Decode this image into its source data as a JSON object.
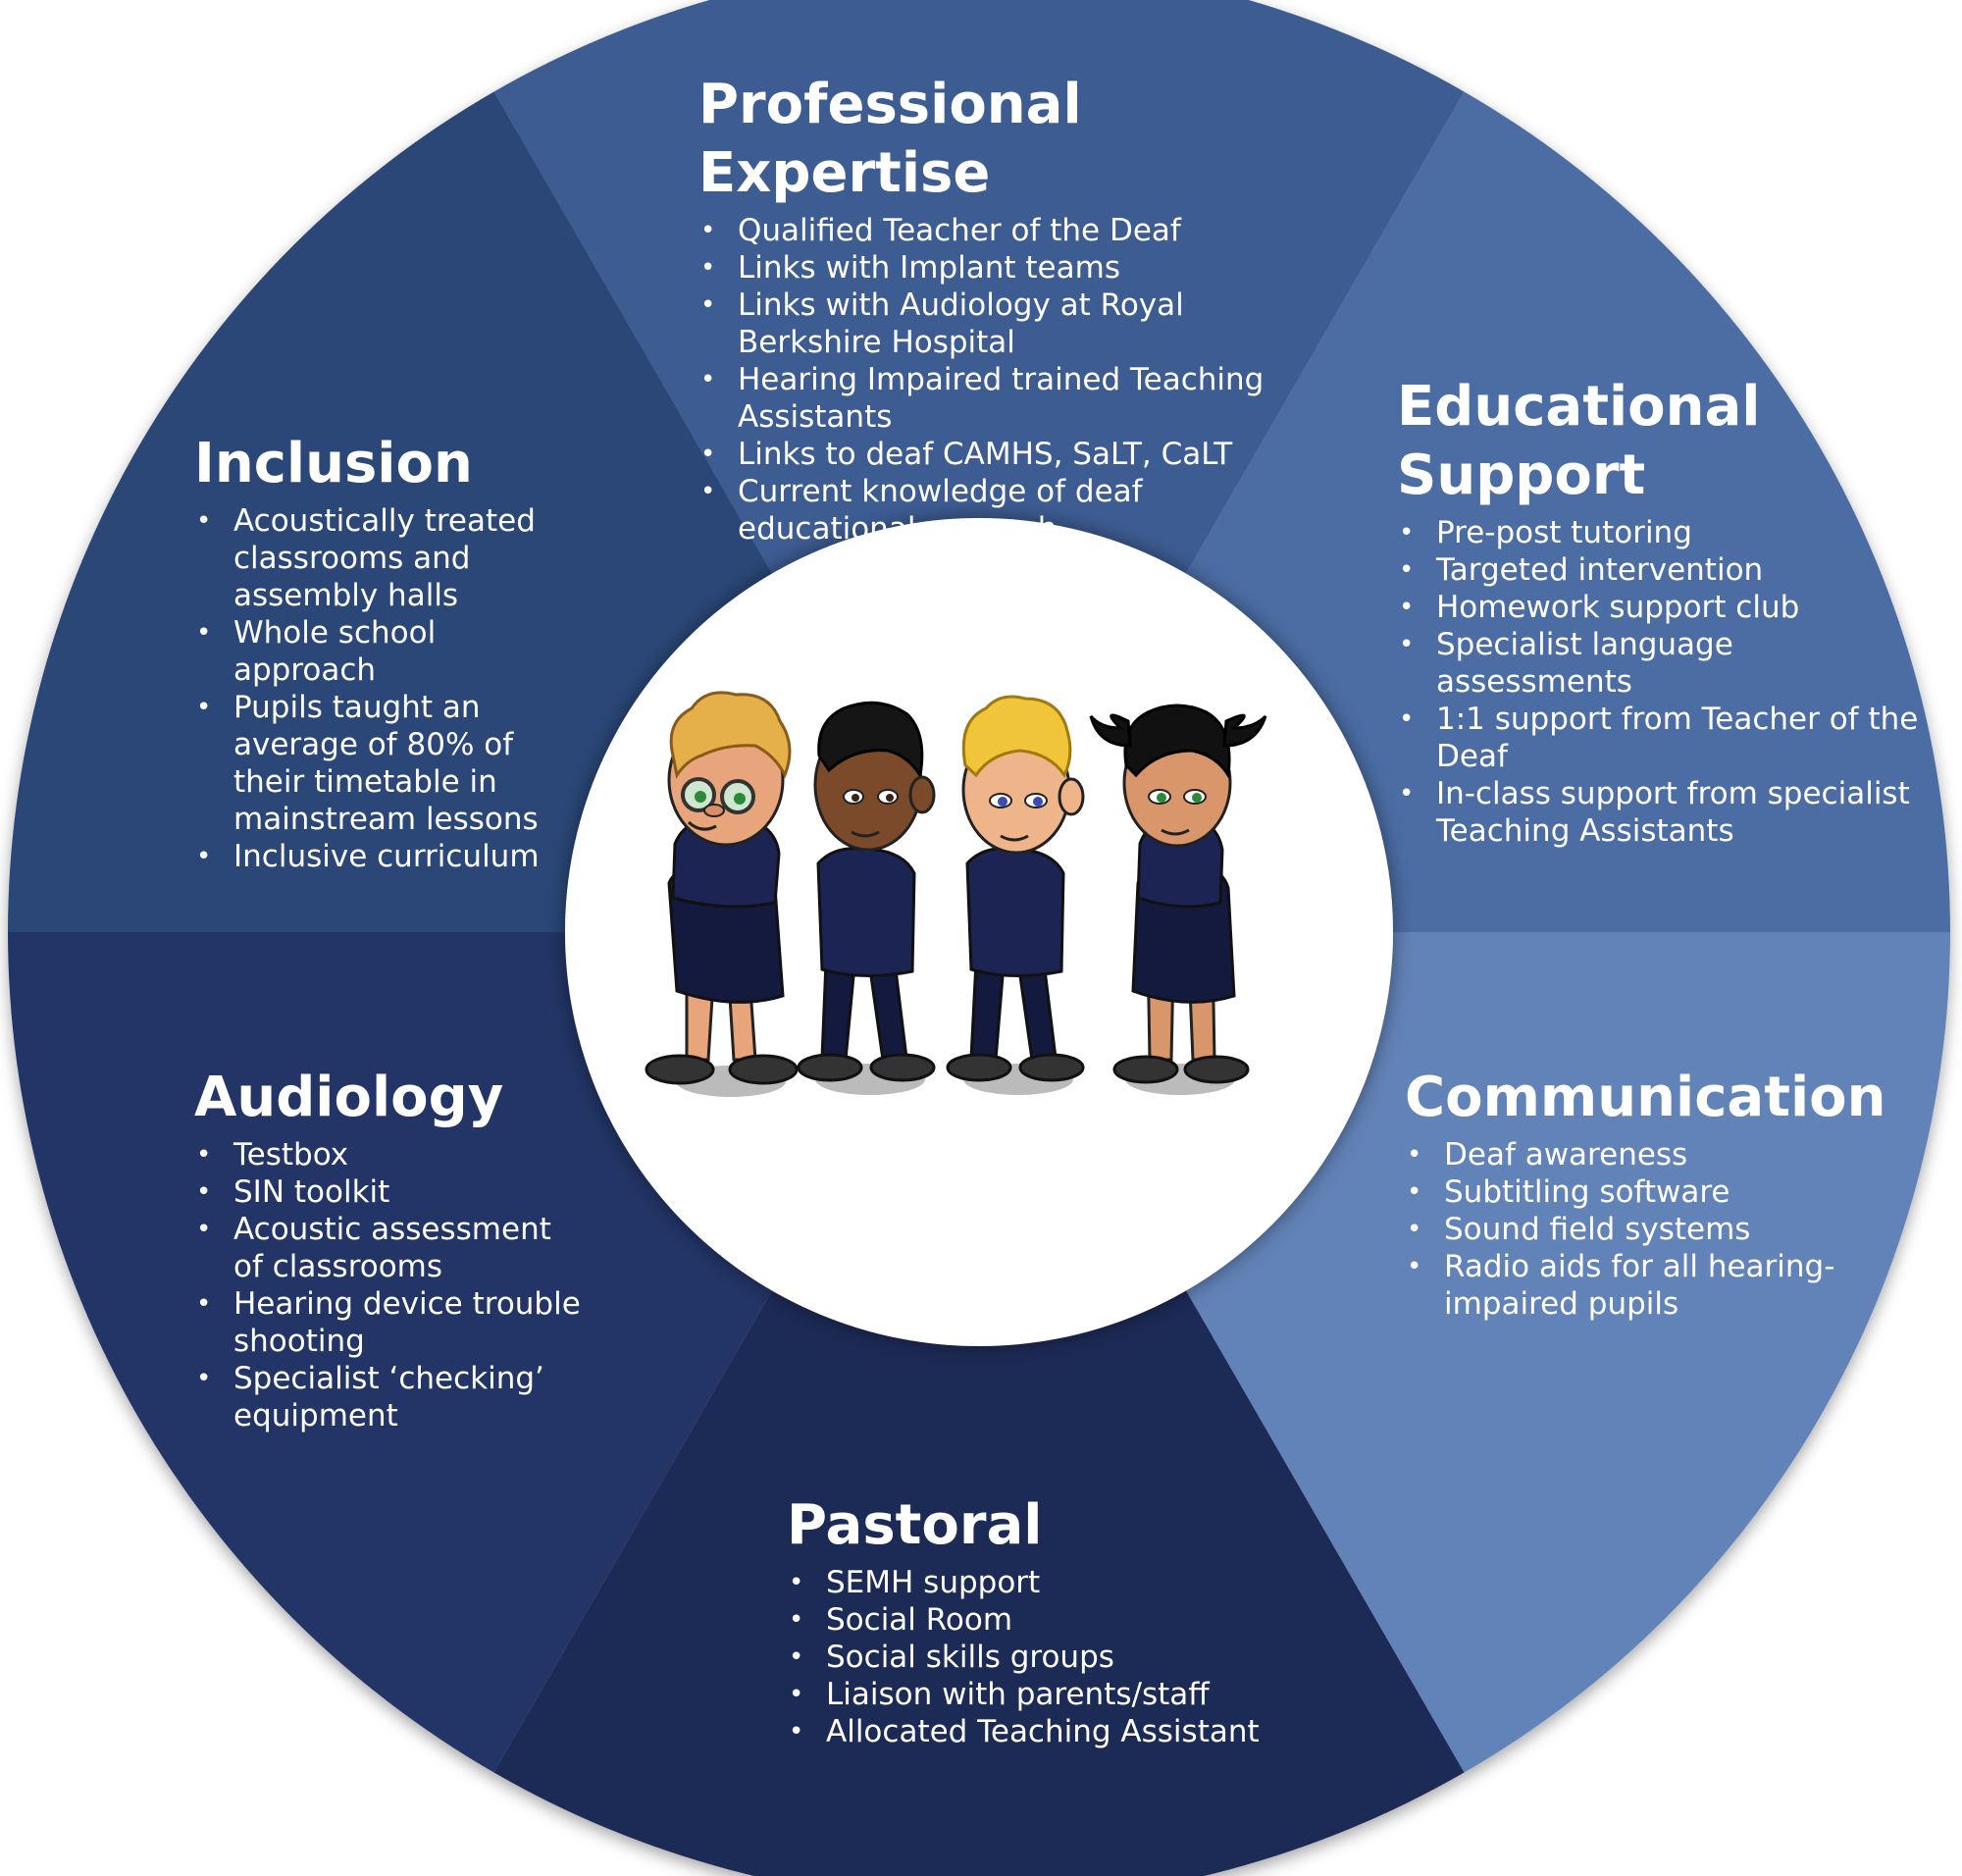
{
  "colors": {
    "professional": "#3D5B92",
    "educational": "#4C6DA4",
    "communication": "#6283B8",
    "pastoral": "#1F2A56",
    "audiology": "#213666",
    "inclusion": "#2A4677",
    "center": "#ffffff"
  },
  "center_image": "cartoon-students-illustration",
  "segments": {
    "professional": {
      "title": "Professional Expertise",
      "items": [
        "Qualified Teacher of the Deaf",
        "Links with Implant teams",
        "Links with Audiology at Royal Berkshire Hospital",
        "Hearing Impaired trained Teaching Assistants",
        "Links to deaf CAMHS, SaLT, CaLT",
        "Current knowledge of deaf educational research"
      ]
    },
    "educational": {
      "title": "Educational Support",
      "items": [
        "Pre-post tutoring",
        "Targeted intervention",
        "Homework support club",
        "Specialist language assessments",
        "1:1 support from Teacher of the Deaf",
        "In-class support from specialist Teaching Assistants"
      ]
    },
    "communication": {
      "title": "Communication",
      "items": [
        "Deaf awareness",
        "Subtitling software",
        "Sound field systems",
        "Radio aids for all hearing-impaired pupils"
      ]
    },
    "pastoral": {
      "title": "Pastoral",
      "items": [
        "SEMH support",
        "Social Room",
        "Social skills groups",
        "Liaison with parents/staff",
        "Allocated Teaching Assistant"
      ]
    },
    "audiology": {
      "title": "Audiology",
      "items": [
        "Testbox",
        "SIN toolkit",
        "Acoustic assessment of classrooms",
        "Hearing device trouble shooting",
        "Specialist ‘checking’ equipment"
      ]
    },
    "inclusion": {
      "title": "Inclusion",
      "items": [
        "Acoustically treated classrooms and assembly halls",
        "Whole school approach",
        "Pupils taught an average of 80% of their timetable in mainstream lessons",
        "Inclusive curriculum"
      ]
    }
  }
}
